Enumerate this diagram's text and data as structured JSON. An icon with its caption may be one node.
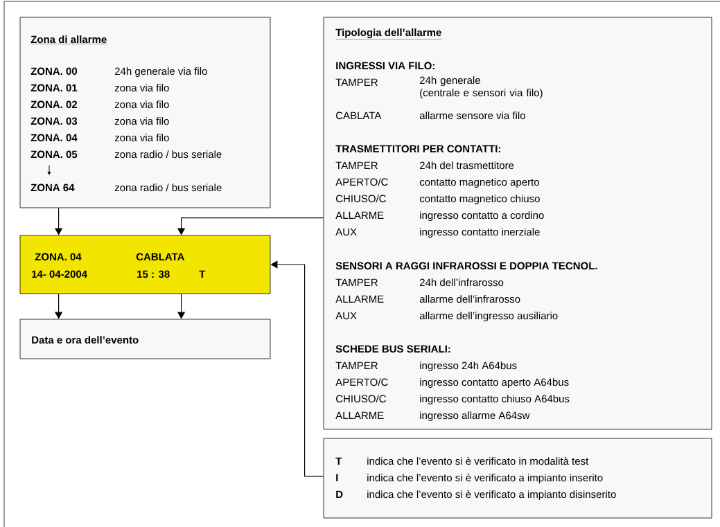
{
  "diagram": {
    "nodes": [
      {
        "text": [
          "Zona di allarme",
          "ZONA. 00",
          "24h generale via filo",
          "ZONA. 01",
          "zona via filo",
          "ZONA. 02",
          "zona via filo",
          "ZONA. 03",
          "zona via filo",
          "ZONA. 04",
          "zona via filo",
          "ZONA. 05",
          "zona radio / bus seriale",
          "ZONA  64",
          "zona radio / bus seriale"
        ]
      },
      {
        "text": [
          "ZONA. 04",
          "CABLATA",
          "14- 04-2004",
          "15 : 38",
          "T"
        ]
      },
      {
        "text": [
          "Data e ora dell’evento"
        ]
      },
      {
        "text": [
          "Tipologia dell’allarme",
          "INGRESSI VIA FILO:",
          "TAMPER",
          "24h generale (centrale e sensori via filo)",
          "CABLATA",
          "allarme sensore via filo",
          "TRASMETTITORI PER CONTATTI:",
          "TAMPER",
          "24h del trasmettitore",
          "APERTO/C",
          "contatto magnetico aperto",
          "CHIUSO/C",
          "contatto magnetico chiuso",
          "ALLARME",
          "ingresso contatto a cordino",
          "AUX",
          "ingresso contatto inerziale",
          "SENSORI A RAGGI INFRAROSSI E DOPPIA TECNOL.",
          "TAMPER",
          "24h dell’infrarosso",
          "ALLARME",
          "allarme dell’infrarosso",
          "AUX",
          "allarme dell’ingresso ausiliario",
          "SCHEDE BUS SERIALI:",
          "TAMPER",
          "ingresso 24h A64bus",
          "APERTO/C",
          "ingresso contatto aperto A64bus",
          "CHIUSO/C",
          "ingresso contatto chiuso A64bus",
          "ALLARME",
          "ingresso allarme A64sw"
        ]
      },
      {
        "text": [
          "T",
          "indica che l’evento si è verificato in modalità test",
          "I",
          "indica che l’evento si è verificato a impianto inserito",
          "D",
          "indica che l’evento si è verificato a impianto disinserito"
        ]
      }
    ],
    "edges": [
      {
        "from": 0,
        "to": 1,
        "arrow": "to"
      },
      {
        "from": 3,
        "to": 1,
        "arrow": "to"
      },
      {
        "from": 1,
        "to": 2,
        "arrow": "to"
      },
      {
        "from": 1,
        "to": 2,
        "arrow": "to"
      },
      {
        "from": 4,
        "to": 1,
        "arrow": "to"
      }
    ]
  }
}
